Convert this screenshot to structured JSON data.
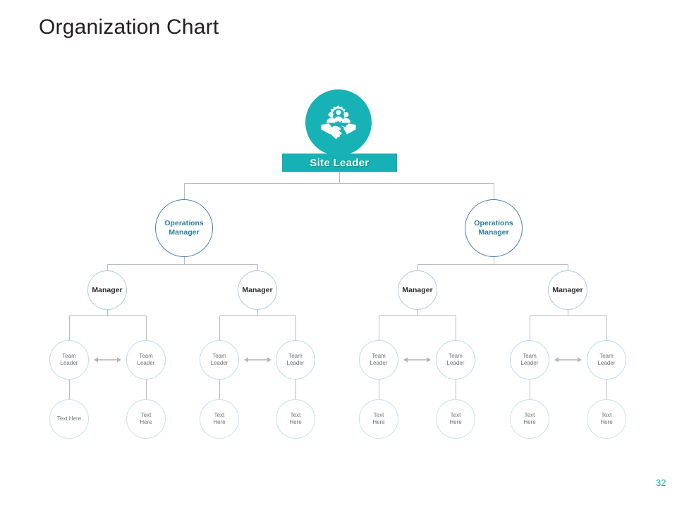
{
  "slide": {
    "title": "Organization Chart",
    "page_number": "32",
    "background_color": "#ffffff"
  },
  "theme": {
    "teal": "#17b2b6",
    "banner_teal": "#16b1b5",
    "ops_text": "#2b7f9c",
    "ops_border": "#4a7fa8",
    "manager_text": "#2b2b2b",
    "manager_border": "#a8cfe4",
    "team_text": "#6d7276",
    "team_border": "#bcdcec",
    "connector": "#b9bcbe",
    "arrow": "#b3b6b8",
    "page_number_color": "#17b0b4"
  },
  "icons": {
    "leader": "people-handshake-icon"
  },
  "chart_data": {
    "type": "org-chart",
    "title": "Organization Chart",
    "levels": [
      "Site Leader",
      "Operations Manager",
      "Manager",
      "Team Leader",
      "Text Here"
    ],
    "root": {
      "label": "Site Leader",
      "icon": "people-handshake-icon"
    },
    "operations_managers": [
      {
        "label": "Operations\nManager"
      },
      {
        "label": "Operations\nManager"
      }
    ],
    "managers": [
      {
        "label": "Manager"
      },
      {
        "label": "Manager"
      },
      {
        "label": "Manager"
      },
      {
        "label": "Manager"
      }
    ],
    "team_leaders": [
      {
        "label": "Team\nLeader"
      },
      {
        "label": "Team\nLeader"
      },
      {
        "label": "Team\nLeader"
      },
      {
        "label": "Team\nLeader"
      },
      {
        "label": "Team\nLeader"
      },
      {
        "label": "Team\nLeader"
      },
      {
        "label": "Team\nLeader"
      },
      {
        "label": "Team\nLeader"
      }
    ],
    "leaf_nodes": [
      {
        "label": "Text Here"
      },
      {
        "label": "Text\nHere"
      },
      {
        "label": "Text\nHere"
      },
      {
        "label": "Text\nHere"
      },
      {
        "label": "Text\nHere"
      },
      {
        "label": "Text\nHere"
      },
      {
        "label": "Text\nHere"
      },
      {
        "label": "Text\nHere"
      }
    ],
    "peer_arrows": 4,
    "peer_arrow_style": "double-headed"
  }
}
